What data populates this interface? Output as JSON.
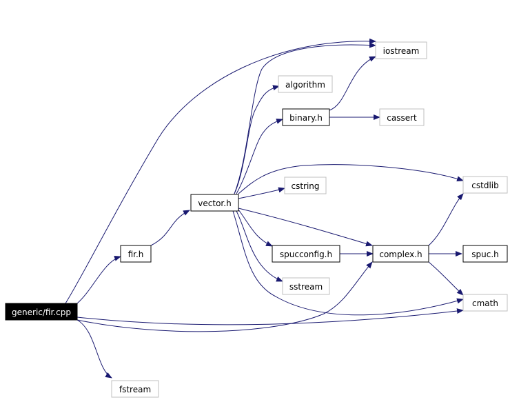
{
  "colors": {
    "edge": "#191970",
    "root_fill": "#000000",
    "root_text": "#ffffff",
    "border_documented": "#000000",
    "border_external": "#bfbfbf",
    "text": "#000000"
  },
  "nodes": {
    "generic_fir_cpp": {
      "label": "generic/fir.cpp",
      "kind": "root"
    },
    "fir_h": {
      "label": "fir.h",
      "kind": "documented"
    },
    "vector_h": {
      "label": "vector.h",
      "kind": "documented"
    },
    "iostream": {
      "label": "iostream",
      "kind": "external"
    },
    "algorithm": {
      "label": "algorithm",
      "kind": "external"
    },
    "binary_h": {
      "label": "binary.h",
      "kind": "documented"
    },
    "cassert": {
      "label": "cassert",
      "kind": "external"
    },
    "cstdlib": {
      "label": "cstdlib",
      "kind": "external"
    },
    "cstring": {
      "label": "cstring",
      "kind": "external"
    },
    "spucconfig_h": {
      "label": "spucconfig.h",
      "kind": "documented"
    },
    "complex_h": {
      "label": "complex.h",
      "kind": "documented"
    },
    "spuc_h": {
      "label": "spuc.h",
      "kind": "documented"
    },
    "sstream": {
      "label": "sstream",
      "kind": "external"
    },
    "cmath": {
      "label": "cmath",
      "kind": "external"
    },
    "fstream": {
      "label": "fstream",
      "kind": "external"
    }
  },
  "edges": [
    {
      "from": "generic_fir_cpp",
      "to": "iostream"
    },
    {
      "from": "generic_fir_cpp",
      "to": "fir_h"
    },
    {
      "from": "generic_fir_cpp",
      "to": "complex_h"
    },
    {
      "from": "generic_fir_cpp",
      "to": "cmath"
    },
    {
      "from": "generic_fir_cpp",
      "to": "fstream"
    },
    {
      "from": "fir_h",
      "to": "vector_h"
    },
    {
      "from": "vector_h",
      "to": "iostream"
    },
    {
      "from": "vector_h",
      "to": "algorithm"
    },
    {
      "from": "vector_h",
      "to": "binary_h"
    },
    {
      "from": "vector_h",
      "to": "cstdlib"
    },
    {
      "from": "vector_h",
      "to": "cstring"
    },
    {
      "from": "vector_h",
      "to": "spucconfig_h"
    },
    {
      "from": "vector_h",
      "to": "complex_h"
    },
    {
      "from": "vector_h",
      "to": "sstream"
    },
    {
      "from": "vector_h",
      "to": "cmath"
    },
    {
      "from": "binary_h",
      "to": "iostream"
    },
    {
      "from": "binary_h",
      "to": "cassert"
    },
    {
      "from": "spucconfig_h",
      "to": "complex_h"
    },
    {
      "from": "complex_h",
      "to": "cstdlib"
    },
    {
      "from": "complex_h",
      "to": "spuc_h"
    },
    {
      "from": "complex_h",
      "to": "cmath"
    }
  ]
}
